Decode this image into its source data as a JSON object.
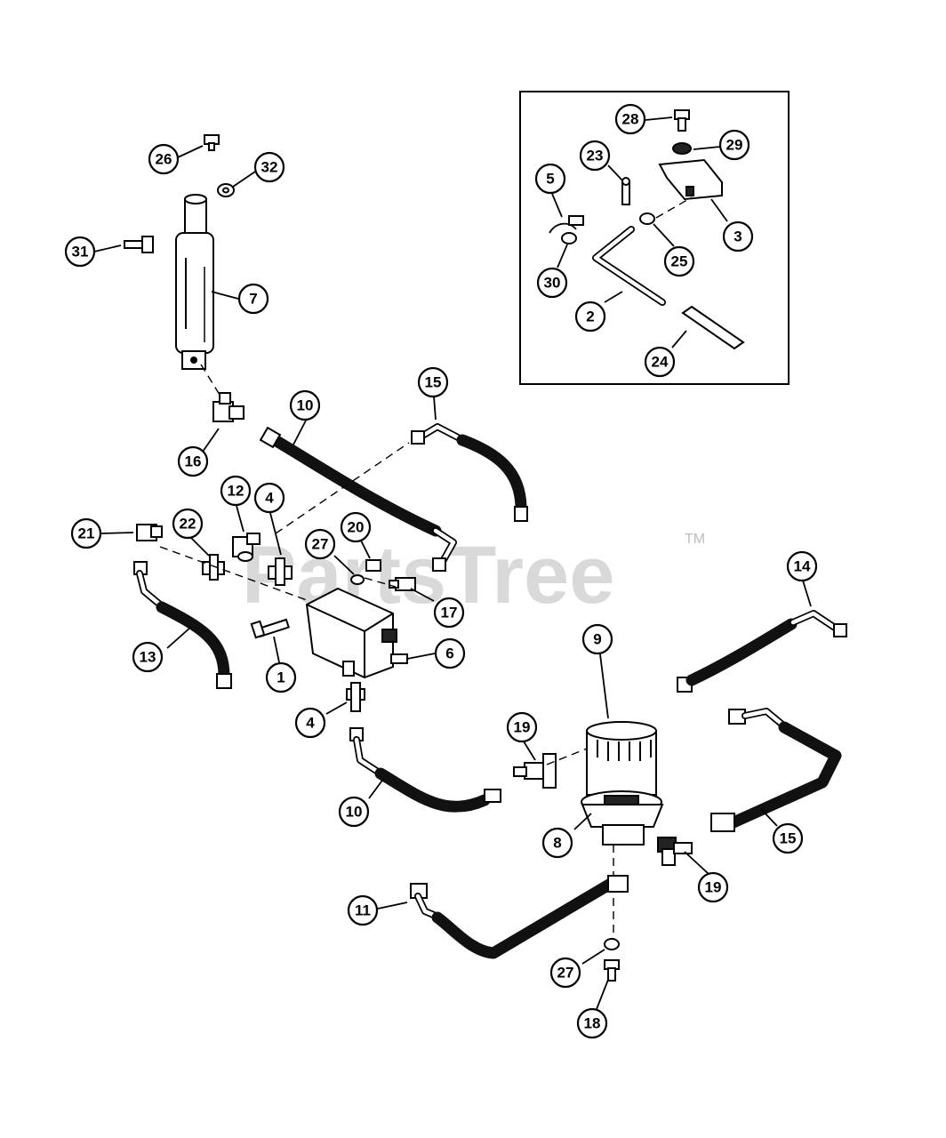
{
  "watermark": {
    "text": "PartsTree",
    "tm": "TM"
  },
  "callouts": [
    {
      "label": "26"
    },
    {
      "label": "32"
    },
    {
      "label": "31"
    },
    {
      "label": "7"
    },
    {
      "label": "16"
    },
    {
      "label": "10"
    },
    {
      "label": "15"
    },
    {
      "label": "12"
    },
    {
      "label": "4"
    },
    {
      "label": "21"
    },
    {
      "label": "22"
    },
    {
      "label": "20"
    },
    {
      "label": "27"
    },
    {
      "label": "17"
    },
    {
      "label": "13"
    },
    {
      "label": "1"
    },
    {
      "label": "6"
    },
    {
      "label": "4"
    },
    {
      "label": "10"
    },
    {
      "label": "19"
    },
    {
      "label": "9"
    },
    {
      "label": "14"
    },
    {
      "label": "8"
    },
    {
      "label": "19"
    },
    {
      "label": "15"
    },
    {
      "label": "11"
    },
    {
      "label": "27"
    },
    {
      "label": "18"
    },
    {
      "label": "28"
    },
    {
      "label": "29"
    },
    {
      "label": "23"
    },
    {
      "label": "5"
    },
    {
      "label": "3"
    },
    {
      "label": "25"
    },
    {
      "label": "30"
    },
    {
      "label": "2"
    },
    {
      "label": "24"
    }
  ]
}
